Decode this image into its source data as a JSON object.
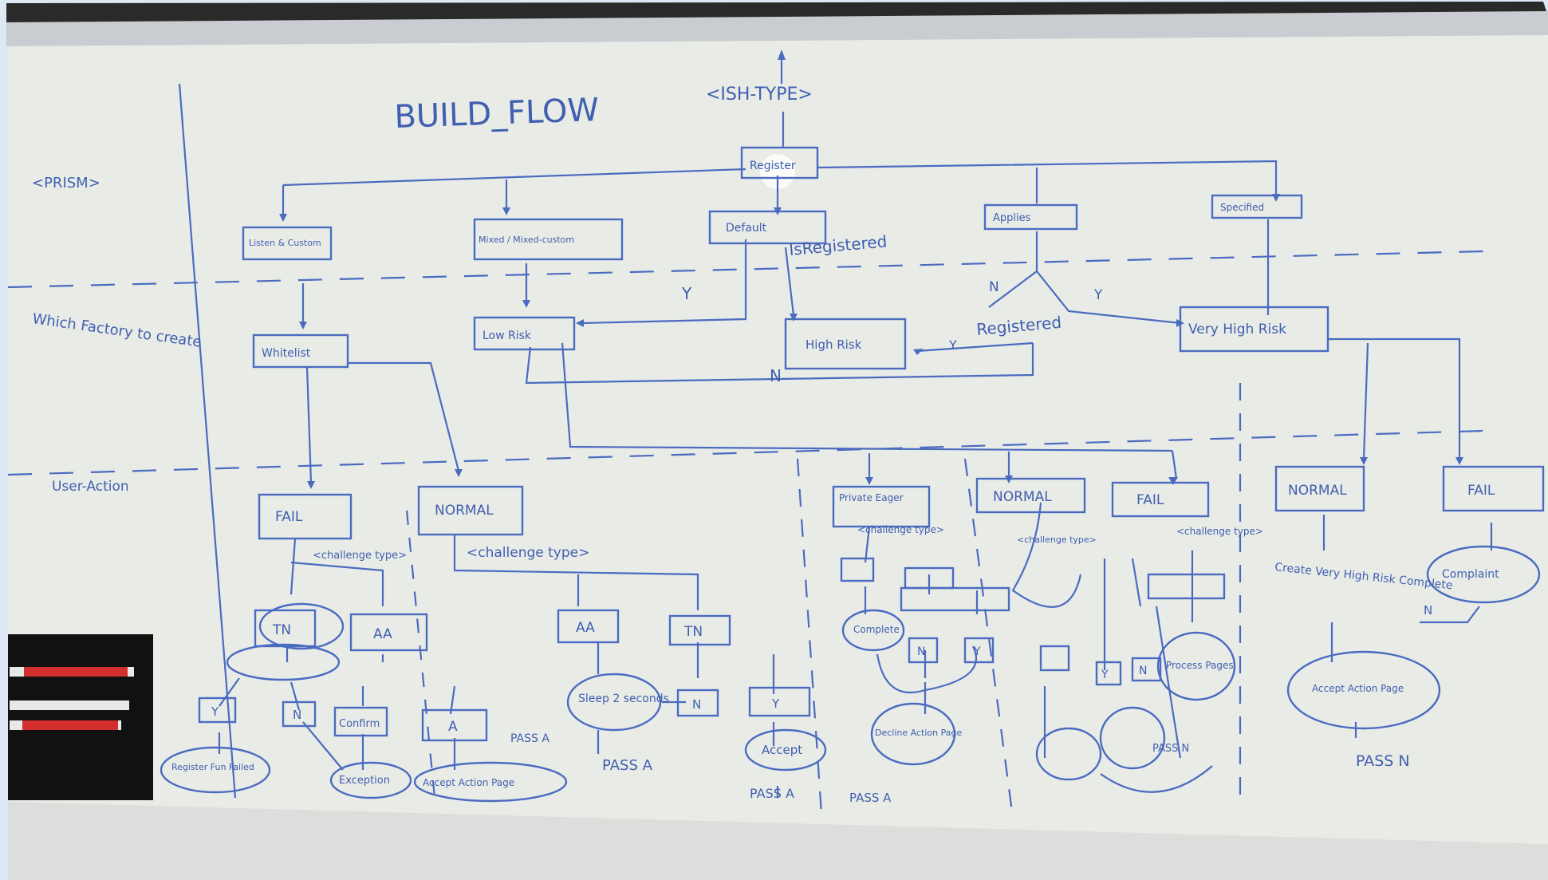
{
  "board": {
    "title": "BUILD_FLOW",
    "top_label": "<ISH-TYPE>",
    "root": "Register",
    "lanes": [
      "<PRISM>",
      "Which Factory to create",
      "User-Action"
    ],
    "level1": [
      "Listen & Custom",
      "Mixed / Mixed-custom",
      "Default",
      "Applies",
      "Specified"
    ],
    "registered_note": "IsRegistered",
    "registered2": "Registered",
    "level2": [
      "Whitelist",
      "Low Risk",
      "High Risk",
      "Very High Risk"
    ],
    "actions": [
      "FAIL",
      "NORMAL",
      "Private Eager",
      "NORMAL",
      "FAIL",
      "NORMAL",
      "FAIL"
    ],
    "challenge": [
      "<challenge type>",
      "<challenge type>",
      "<challenge type>",
      "<challenge type>",
      "<challenge type>"
    ],
    "leaf_boxes": [
      "TN",
      "AA",
      "AA",
      "TN",
      "Y",
      "N",
      "Confirm",
      "A",
      "Y",
      "N",
      "N",
      "Y",
      "Y",
      "N"
    ],
    "leaf_ovals": [
      "Register Fun Failed",
      "Exception",
      "Accept Action Page",
      "Sleep 2 seconds",
      "Accept",
      "Complete",
      "Decline Action Page",
      "Accept Action Page",
      "Complaint",
      "Process Pages"
    ],
    "outcomes": [
      "PASS A",
      "PASS A",
      "PASS A",
      "PASS A",
      "PASS N",
      "PASS N"
    ],
    "yn": [
      "Y",
      "Y",
      "N",
      "N",
      "Y",
      "N"
    ],
    "note": "Create Very High Risk Complete"
  }
}
